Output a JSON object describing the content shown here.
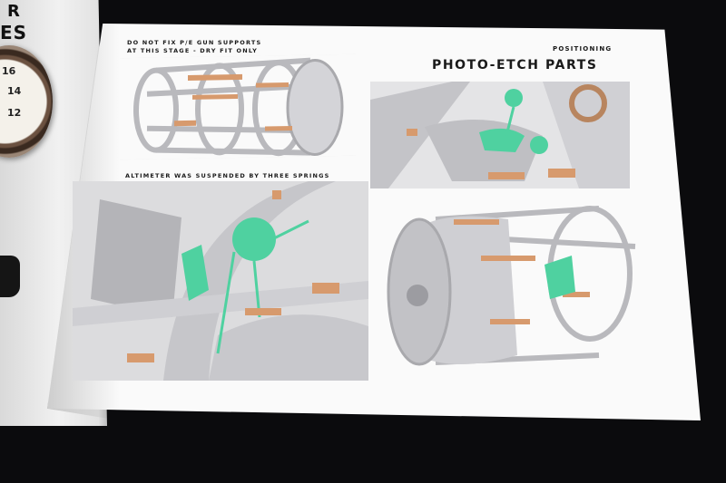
{
  "left_page": {
    "text_top": "R",
    "text_second": "ES",
    "gauge_numbers": [
      "16",
      "14",
      "12"
    ]
  },
  "right_page": {
    "note_line_1": "DO NOT FIX P/E GUN SUPPORTS",
    "note_line_2": "AT THIS STAGE - DRY FIT ONLY",
    "kicker": "POSITIONING",
    "title": "PHOTO-ETCH PARTS",
    "altimeter_note": "ALTIMETER WAS SUSPENDED BY THREE SPRINGS"
  },
  "colors": {
    "frame_grey": "#c9c9cc",
    "photo_etch_copper": "#d79a6d",
    "resin_green": "#4fd1a0",
    "page_white": "#fafafa",
    "background": "#0b0b0d"
  }
}
